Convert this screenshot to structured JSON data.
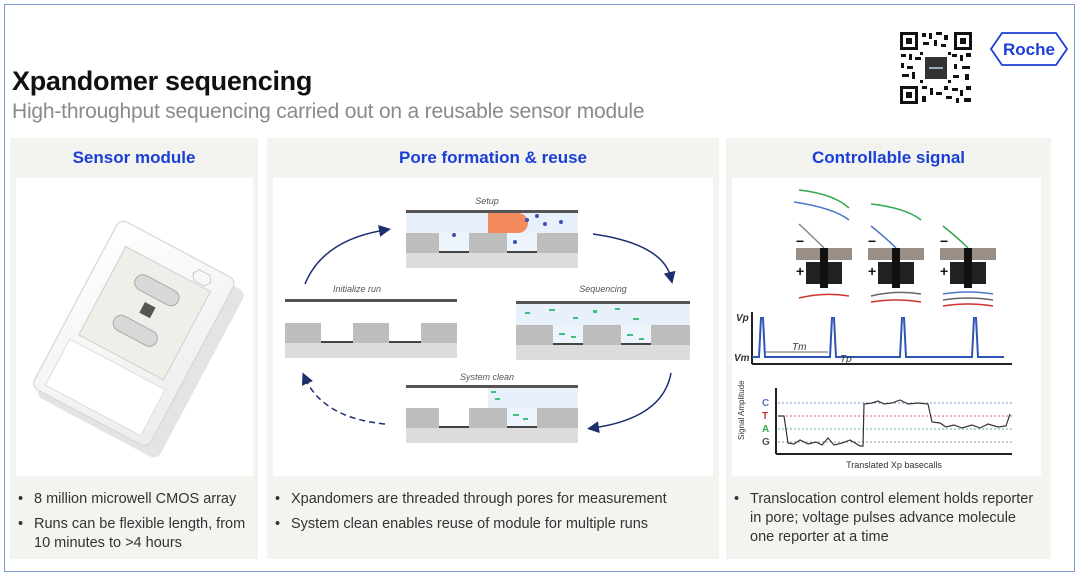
{
  "header": {
    "title": "Xpandomer sequencing",
    "subtitle": "High-throughput sequencing carried out on a reusable sensor module",
    "logo_text": "Roche",
    "qr_code": "qr-code-icon"
  },
  "colors": {
    "accent": "#1a3fd6",
    "panel_bg": "#f3f3f0",
    "frame": "#7c9ad6",
    "arrow": "#1b2f6e",
    "orange": "#f28a5c",
    "green": "#2fa84f",
    "blue_signal": "#2f55b5"
  },
  "panels": [
    {
      "title": "Sensor module",
      "image": "sensor-module-photo",
      "bullets": [
        "8 million microwell CMOS array",
        "Runs can be flexible length, from 10 minutes to >4 hours"
      ]
    },
    {
      "title": "Pore formation & reuse",
      "diagram": {
        "steps": [
          "Setup",
          "Sequencing",
          "System clean",
          "Initialize run"
        ]
      },
      "bullets": [
        "Xpandomers are threaded through pores for measurement",
        "System clean enables reuse of module for multiple runs"
      ]
    },
    {
      "title": "Controllable signal",
      "pulse_plot": {
        "y_labels": [
          "Vp",
          "Vm"
        ],
        "annotations": [
          "Tm",
          "Tp"
        ]
      },
      "signal_plot": {
        "ylabel": "Signal Amplitude",
        "xlabel": "Translated Xp basecalls",
        "levels": [
          {
            "label": "C",
            "color": "#4a78c9"
          },
          {
            "label": "T",
            "color": "#d0342c"
          },
          {
            "label": "A",
            "color": "#2fa84f"
          },
          {
            "label": "G",
            "color": "#555555"
          }
        ]
      },
      "bullets": [
        "Translocation control element holds reporter in pore; voltage pulses advance molecule one reporter at a time"
      ]
    }
  ]
}
